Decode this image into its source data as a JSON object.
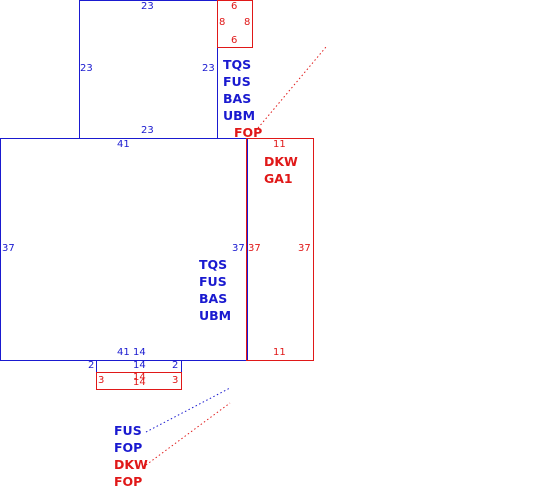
{
  "colors": {
    "blue": "#1a1ad0",
    "red": "#e01818"
  },
  "upper_room": {
    "top": "23",
    "left": "23",
    "right": "23",
    "bottom": "23"
  },
  "small_red_box": {
    "top": "6",
    "left": "8",
    "right": "8",
    "bottom": "6"
  },
  "upper_codes": [
    "TQS",
    "FUS",
    "BAS",
    "UBM"
  ],
  "upper_red_code": "FOP",
  "main_room": {
    "top": "41",
    "left": "37",
    "right": "37",
    "bottom_left": "41",
    "bottom_right": "14"
  },
  "main_codes": [
    "TQS",
    "FUS",
    "BAS",
    "UBM"
  ],
  "right_red_room": {
    "top": "11",
    "left": "37",
    "right": "37",
    "bottom": "11",
    "codes": [
      "DKW",
      "GA1"
    ]
  },
  "step_blue": {
    "top": "14",
    "left": "2",
    "right": "2"
  },
  "step_red": {
    "top": "14",
    "bottom": "14",
    "left": "3",
    "right": "3"
  },
  "bottom_codes": [
    {
      "text": "FUS",
      "color": "blue"
    },
    {
      "text": "FOP",
      "color": "blue"
    },
    {
      "text": "DKW",
      "color": "red"
    },
    {
      "text": "FOP",
      "color": "red"
    }
  ]
}
